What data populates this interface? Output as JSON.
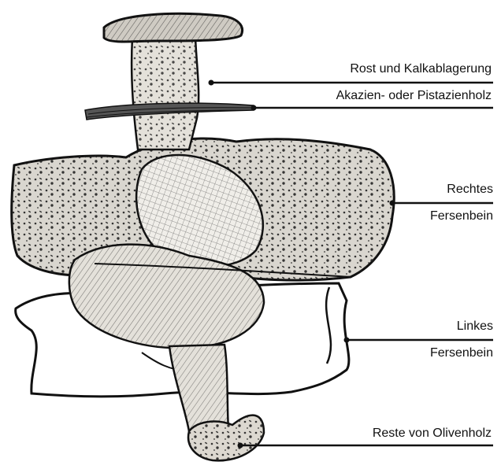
{
  "labels": {
    "rust": "Rost und Kalkablagerung",
    "wood": "Akazien- oder Pistazienholz",
    "right_heel_line1": "Rechtes",
    "right_heel_line2": "Fersenbein",
    "left_heel_line1": "Linkes",
    "left_heel_line2": "Fersenbein",
    "olive": "Reste von Olivenholz"
  },
  "colors": {
    "ink": "#111111",
    "paper": "#ffffff",
    "bone_fill": "#e9e6e0",
    "bone_shade": "#3a3a3a"
  }
}
